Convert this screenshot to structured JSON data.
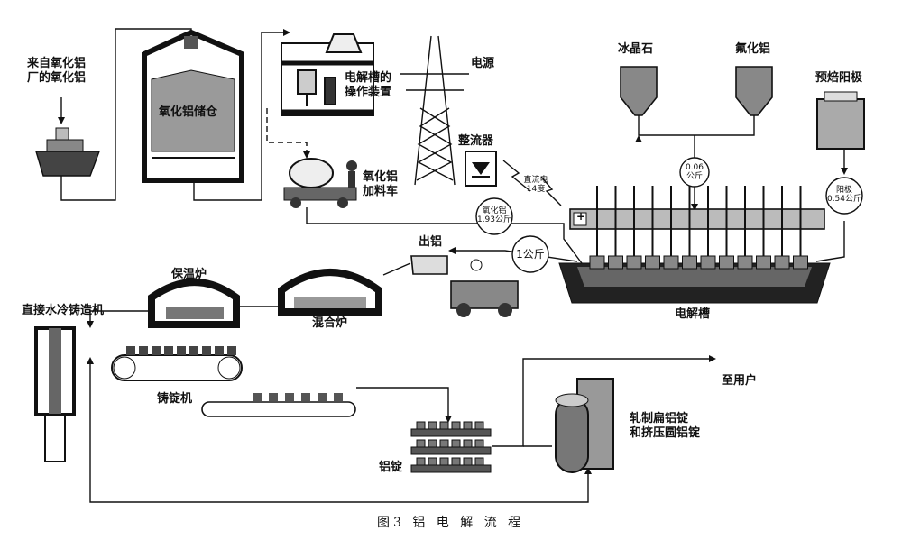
{
  "figure_caption": "图3  铝 电 解 流 程",
  "labels": {
    "alumina_source": "来自氧化铝",
    "alumina_source_2": "厂的氧化铝",
    "storage_bin": "氧化铝储仓",
    "operating_device": "电解槽的",
    "operating_device_2": "操作装置",
    "power_source": "电源",
    "rectifier": "整流器",
    "feeding_car": "氧化铝",
    "feeding_car_2": "加料车",
    "cryolite": "冰晶石",
    "aluminum_fluoride": "氟化铝",
    "prebaked_anode": "预焙阳极",
    "tap_aluminum": "出铝",
    "holding_furnace": "保温炉",
    "mixing_furnace": "混合炉",
    "dc_casting": "直接水冷铸造机",
    "ingot_caster": "铸锭机",
    "electrolytic_cell": "电解槽",
    "to_user": "至用户",
    "ingot": "铝锭",
    "rolled_products": "轧制扁铝锭",
    "rolled_products_2": "和挤压圆铝锭"
  },
  "circles": {
    "fluoride_qty_1": "0.06",
    "fluoride_qty_2": "公斤",
    "anode_qty_1": "阳极",
    "anode_qty_2": "0.54公斤",
    "alumina_qty_1": "氧化铝",
    "alumina_qty_2": "1.93公斤",
    "aluminum_out": "1公斤",
    "dc_power_1": "直流电",
    "dc_power_2": "14度"
  },
  "plus_sign": "+"
}
